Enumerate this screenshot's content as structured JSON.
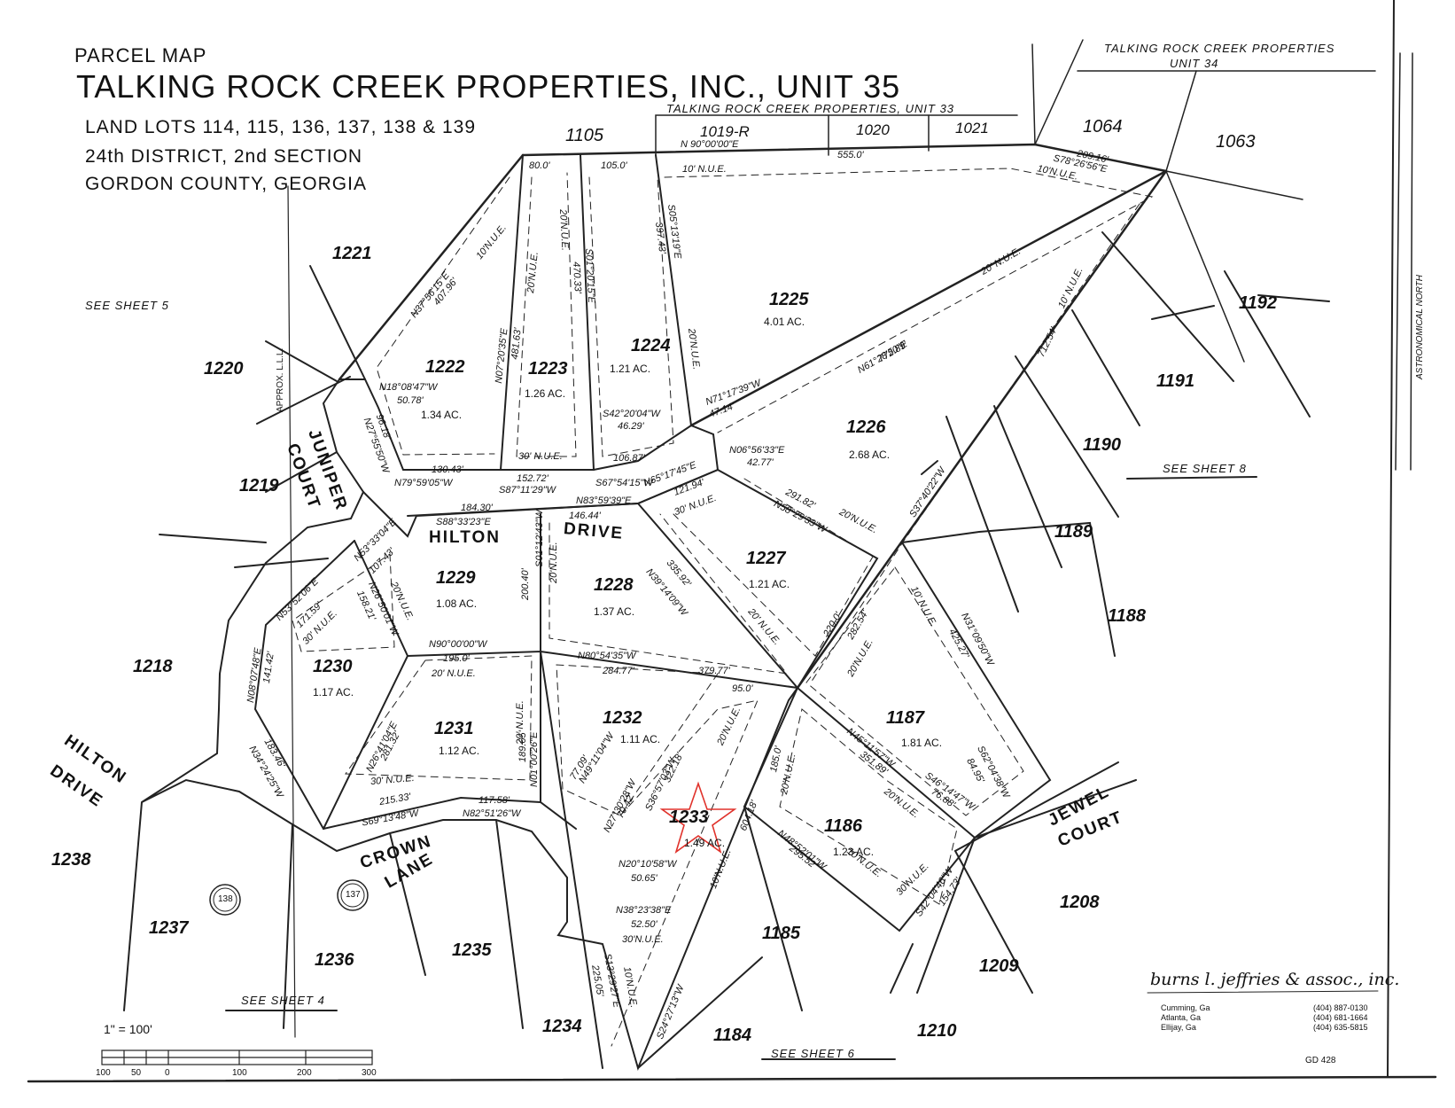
{
  "header": {
    "map_type": "PARCEL MAP",
    "title": "TALKING ROCK CREEK PROPERTIES, INC., UNIT 35",
    "line1": "LAND LOTS 114, 115, 136, 137, 138 & 139",
    "line2": "24th DISTRICT, 2nd SECTION",
    "line3": "GORDON COUNTY, GEORGIA"
  },
  "adjacent_units": {
    "unit34": [
      "TALKING ROCK CREEK PROPERTIES",
      "UNIT 34"
    ],
    "unit33": "TALKING ROCK CREEK PROPERTIES, UNIT 33"
  },
  "lots": [
    {
      "number": "1221"
    },
    {
      "number": "1220"
    },
    {
      "number": "1219"
    },
    {
      "number": "1218"
    },
    {
      "number": "1222",
      "acres": "1.34 AC."
    },
    {
      "number": "1223",
      "acres": "1.26 AC."
    },
    {
      "number": "1224",
      "acres": "1.21 AC."
    },
    {
      "number": "1225",
      "acres": "4.01 AC."
    },
    {
      "number": "1226",
      "acres": "2.68 AC."
    },
    {
      "number": "1227",
      "acres": "1.21 AC."
    },
    {
      "number": "1228",
      "acres": "1.37 AC."
    },
    {
      "number": "1229",
      "acres": "1.08 AC."
    },
    {
      "number": "1230",
      "acres": "1.17 AC."
    },
    {
      "number": "1231",
      "acres": "1.12 AC."
    },
    {
      "number": "1232",
      "acres": "1.11 AC."
    },
    {
      "number": "1233",
      "acres": "1.49 AC."
    },
    {
      "number": "1186",
      "acres": "1.23 AC."
    },
    {
      "number": "1187",
      "acres": "1.81 AC."
    },
    {
      "number": "1105"
    },
    {
      "number": "1019-R"
    },
    {
      "number": "1020"
    },
    {
      "number": "1021"
    },
    {
      "number": "1064"
    },
    {
      "number": "1063"
    },
    {
      "number": "1192"
    },
    {
      "number": "1191"
    },
    {
      "number": "1190"
    },
    {
      "number": "1189"
    },
    {
      "number": "1188"
    },
    {
      "number": "1208"
    },
    {
      "number": "1209"
    },
    {
      "number": "1210"
    },
    {
      "number": "1185"
    },
    {
      "number": "1184"
    },
    {
      "number": "1234"
    },
    {
      "number": "1235"
    },
    {
      "number": "1236"
    },
    {
      "number": "1237"
    },
    {
      "number": "1238"
    }
  ],
  "streets": [
    "JUNIPER",
    "COURT",
    "HILTON",
    "DRIVE",
    "HILTON",
    "DRIVE",
    "CROWN",
    "LANE",
    "JEWEL",
    "COURT"
  ],
  "bearings": [
    "N 90°00'00\"E",
    "555.0'",
    "209.16'",
    "S78°26'56\"E",
    "10'N.U.E.",
    "10' N.U.E.",
    "80.0'",
    "105.0'",
    "N37°56'15\"E",
    "407.96'",
    "10'N.U.E.",
    "N07°20'35\"E",
    "481.63'",
    "20'N.U.E.",
    "20'N.U.E.",
    "S01°20'15\"E",
    "470.33'",
    "S05°13'19\"E",
    "397.43'",
    "20'N.U.E.",
    "N18°08'47\"W",
    "50.78'",
    "N27°55'50\"W",
    "96.18'",
    "130.43'",
    "N79°59'05\"W",
    "152.72'",
    "S87°11'29\"W",
    "30' N.U.E.",
    "S42°20'04\"W",
    "46.29'",
    "106.87'",
    "S67°54'15\"W",
    "N71°17'39\"W",
    "47.14'",
    "N61°28'50\"E",
    "772.89'",
    "20' N.U.E.",
    "712.54'",
    "10' N.U.E.",
    "N06°56'33\"E",
    "42.77'",
    "N65°17'45\"E",
    "121.94'",
    "30' N.U.E.",
    "291.82'",
    "N58°29'33\"W",
    "20'N.U.E.",
    "S37°40'22\"W",
    "184.30'",
    "S88°33'23\"E",
    "N83°59'39\"E",
    "146.44'",
    "N53°33'04\"E",
    "107.43'",
    "N53°52'06\"E",
    "171.59'",
    "30' N.U.E.",
    "N26°50'01\"W",
    "158.21'",
    "20'N.U.E.",
    "S01°12'43\"W",
    "200.40'",
    "20'N.U.E.",
    "N39°14'09\"W",
    "335.92'",
    "20' N.U.E.",
    "220.0'",
    "282.54'",
    "20'N.U.E.",
    "10' N.U.E.",
    "N31°09'50\"W",
    "425.27'",
    "N08°07'48\"E",
    "141.42'",
    "N90°00'00\"W",
    "195.0'",
    "20' N.U.E.",
    "N80°54'35\"W",
    "284.77'",
    "379.77'",
    "N26°41'04\"E",
    "281.32'",
    "20' N.U.E.",
    "N01°00'26\"E",
    "189.65'",
    "95.0'",
    "S36°57'03\"W",
    "322.18'",
    "20'N.U.E.",
    "185.0'",
    "20'N.U.E.",
    "604.18'",
    "N45°11'57\"W",
    "351.89'",
    "20'N.U.E.",
    "S62°04'38\"W",
    "84.95'",
    "S46°14'47\"W",
    "76.88'",
    "N34°24'25\"W",
    "183.46'",
    "30' N.U.E.",
    "215.33'",
    "S69°13'48\"W",
    "117.58'",
    "N82°51'26\"W",
    "N49°11'04\"W",
    "77.09'",
    "N27°30'28\"W",
    "70.42'",
    "N20°10'58\"W",
    "50.65'",
    "N38°23'38\"E",
    "52.50'",
    "30'N.U.E.",
    "S13°29'27\"E",
    "225.05'",
    "10'N.U.E.",
    "S24°27'13\"W",
    "10'N.U.E.",
    "N48°52'01\"W",
    "295.52'",
    "10'N.U.E.",
    "30'N.U.E.",
    "S42°04'46\"W",
    "154.73'"
  ],
  "see_sheets": [
    "SEE SHEET 5",
    "SEE SHEET 8",
    "SEE SHEET 4",
    "SEE SHEET 6"
  ],
  "misc": {
    "approx_lll": "APPROX. L.L.L.",
    "north": "ASTRONOMICAL NORTH",
    "scale": "1\" = 100'",
    "scale_ticks": [
      "100",
      "50",
      "0",
      "100",
      "200",
      "300"
    ],
    "land_lot_badges": [
      "138",
      "137"
    ],
    "drawing_no": "GD 428"
  },
  "firm": {
    "name": "burns l. jeffries & assoc., inc.",
    "offices": [
      {
        "city": "Cumming, Ga",
        "phone": "(404) 887-0130"
      },
      {
        "city": "Atlanta, Ga",
        "phone": "(404) 681-1664"
      },
      {
        "city": "Ellijay, Ga",
        "phone": "(404) 635-5815"
      }
    ]
  },
  "marker": {
    "target_lot": "1233",
    "color": "#e0322b"
  }
}
